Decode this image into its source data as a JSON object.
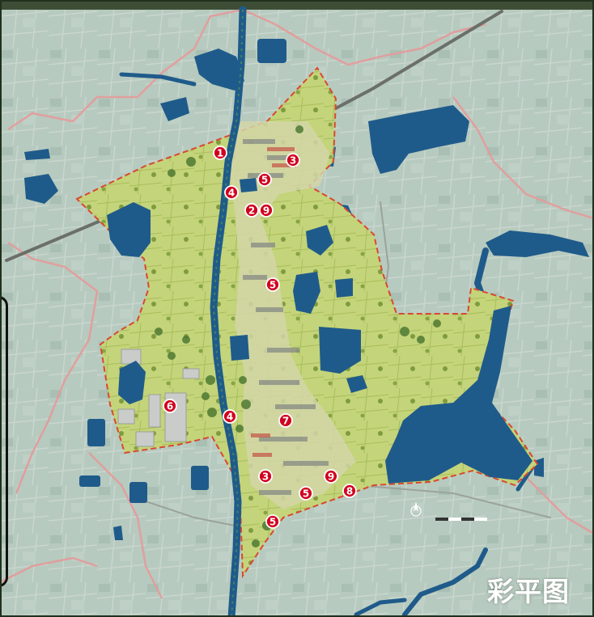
{
  "title": "彩平图",
  "colors": {
    "water": "#1f5b8a",
    "boundary": "#d9482f",
    "admin_boundary": "#e58f8f",
    "marker_fill": "#d2001e",
    "marker_text": "#ffffff",
    "site_fill": "#c9d77a",
    "background": "#b9cbc2"
  },
  "markers": [
    {
      "label": "1"
    },
    {
      "label": "3"
    },
    {
      "label": "5"
    },
    {
      "label": "4"
    },
    {
      "label": "2"
    },
    {
      "label": "9"
    },
    {
      "label": "5"
    },
    {
      "label": "6"
    },
    {
      "label": "4"
    },
    {
      "label": "7"
    },
    {
      "label": "3"
    },
    {
      "label": "9"
    },
    {
      "label": "5"
    },
    {
      "label": "8"
    },
    {
      "label": "5"
    }
  ],
  "icons": [
    "north-arrow-icon",
    "scale-bar-icon"
  ]
}
